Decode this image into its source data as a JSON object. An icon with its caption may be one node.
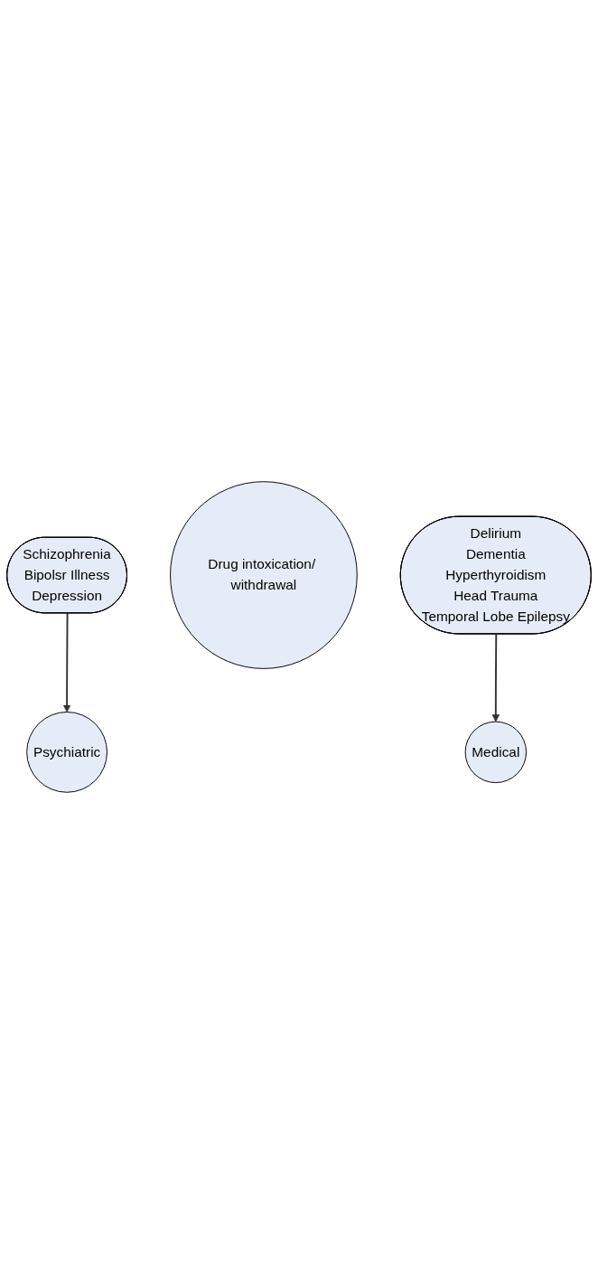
{
  "diagram": {
    "nodes": [
      {
        "text": [
          "Schizophrenia",
          "Bipolsr Illness",
          "Depression"
        ]
      },
      {
        "text": [
          "Psychiatric"
        ]
      },
      {
        "text": [
          "Drug intoxication/ withdrawal"
        ]
      },
      {
        "text": [
          "Medical"
        ]
      },
      {
        "text": [
          "Delirium",
          "Dementia",
          "Hyperthyroidism",
          "Head Trauma",
          "Temporal Lobe Epilepsy"
        ]
      }
    ],
    "edges": [
      {
        "from": 0,
        "to": 1,
        "arrow": "to"
      },
      {
        "from": 4,
        "to": 3,
        "arrow": "to"
      }
    ]
  }
}
